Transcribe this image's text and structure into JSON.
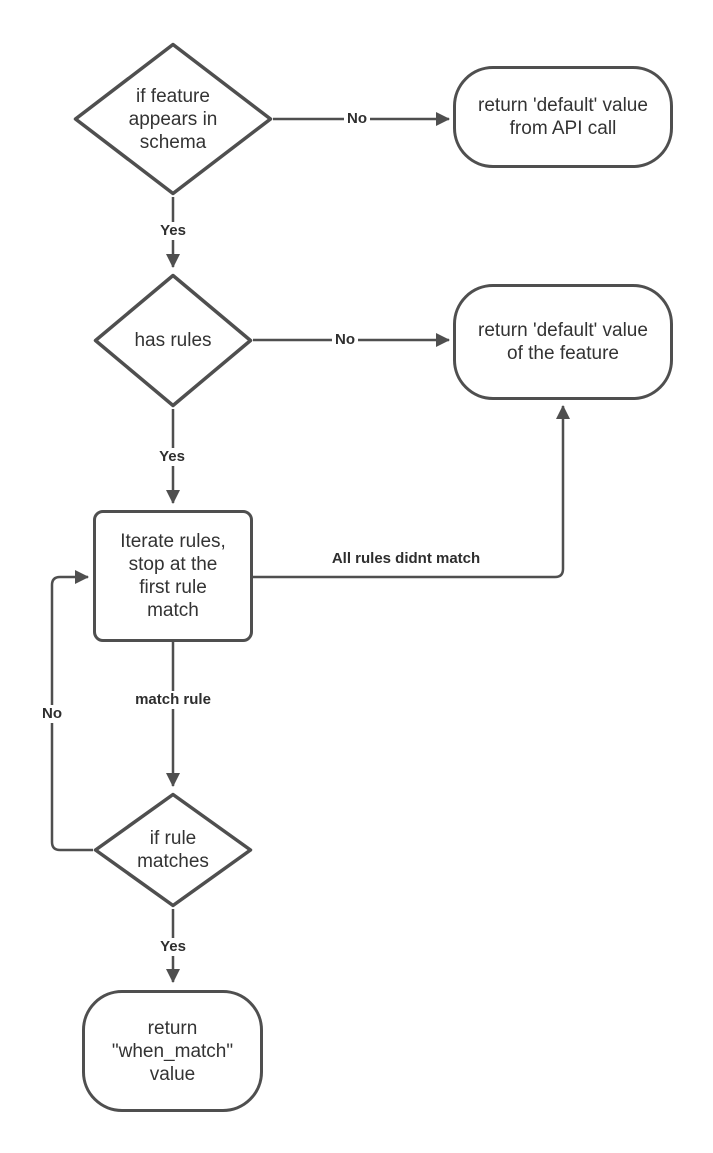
{
  "diagram_type": "flowchart",
  "colors": {
    "stroke": "#4f4f4f",
    "node_text": "#333333",
    "edge_label_text": "#2e2e2e",
    "background": "#ffffff"
  },
  "nodes": {
    "feature_in_schema": {
      "type": "decision",
      "label": "if feature\nappears in\nschema"
    },
    "return_default_api": {
      "type": "terminator",
      "label": "return 'default' value\nfrom API call"
    },
    "has_rules": {
      "type": "decision",
      "label": "has rules"
    },
    "return_default_feature": {
      "type": "terminator",
      "label": "return 'default' value\nof the feature"
    },
    "iterate_rules": {
      "type": "process",
      "label": "Iterate rules,\nstop at the\nfirst rule\nmatch"
    },
    "rule_matches": {
      "type": "decision",
      "label": "if rule\nmatches"
    },
    "return_when_match": {
      "type": "terminator",
      "label": "return\n\"when_match\"\nvalue"
    }
  },
  "edges": [
    {
      "from": "feature_in_schema",
      "to": "return_default_api",
      "label": "No"
    },
    {
      "from": "feature_in_schema",
      "to": "has_rules",
      "label": "Yes"
    },
    {
      "from": "has_rules",
      "to": "return_default_feature",
      "label": "No"
    },
    {
      "from": "has_rules",
      "to": "iterate_rules",
      "label": "Yes"
    },
    {
      "from": "iterate_rules",
      "to": "return_default_feature",
      "label": "All rules didnt match"
    },
    {
      "from": "iterate_rules",
      "to": "rule_matches",
      "label": "match rule"
    },
    {
      "from": "rule_matches",
      "to": "iterate_rules",
      "label": "No"
    },
    {
      "from": "rule_matches",
      "to": "return_when_match",
      "label": "Yes"
    }
  ]
}
